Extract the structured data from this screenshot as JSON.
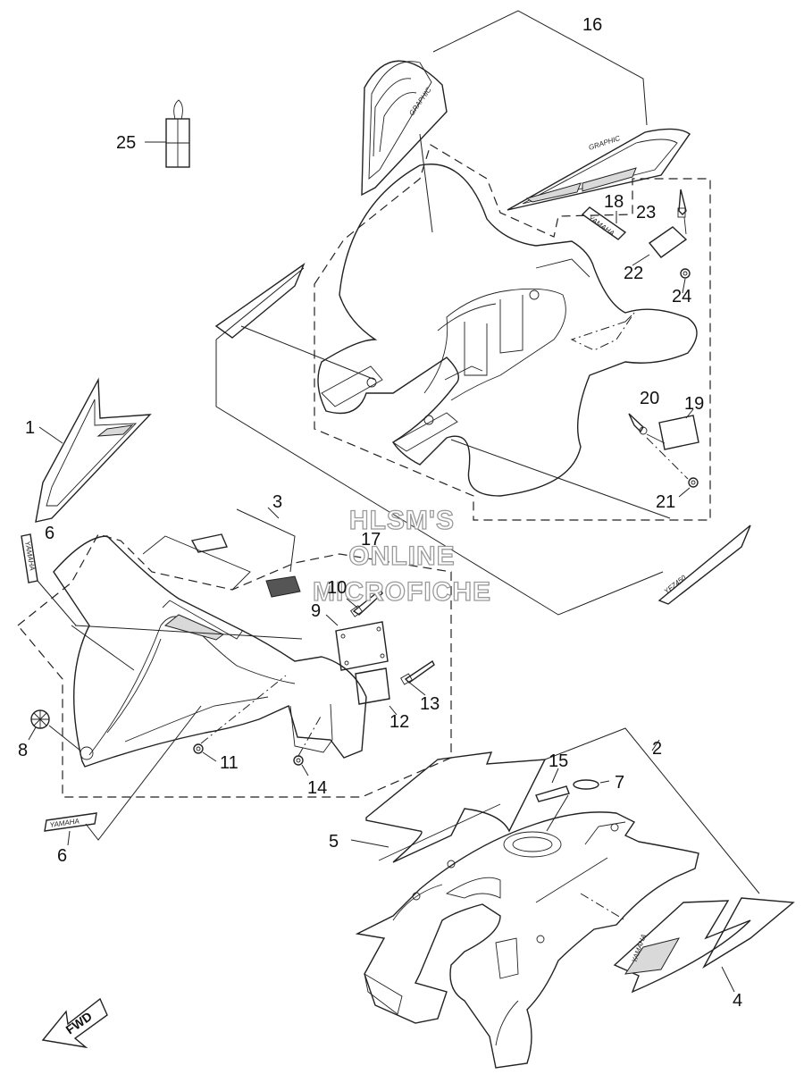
{
  "watermark": {
    "line1": "HLSM'S",
    "line2": "ONLINE",
    "line3": "MICROFICHE"
  },
  "fwd_label": "FWD",
  "decal_texts": {
    "yamaha": "YAMAHA",
    "yamaha_alt": "YAMAHA",
    "yamaha_rear": "YAMAHA",
    "yfz450": "YFZ450"
  },
  "callouts": {
    "c1": "1",
    "c2": "2",
    "c3": "3",
    "c4": "4",
    "c5": "5",
    "c6a": "6",
    "c6b": "6",
    "c7": "7",
    "c8": "8",
    "c9": "9",
    "c10": "10",
    "c11": "11",
    "c12": "12",
    "c13": "13",
    "c14": "14",
    "c15": "15",
    "c16": "16",
    "c17": "17",
    "c18": "18",
    "c19": "19",
    "c20": "20",
    "c21": "21",
    "c22": "22",
    "c23": "23",
    "c24": "24",
    "c25": "25"
  }
}
